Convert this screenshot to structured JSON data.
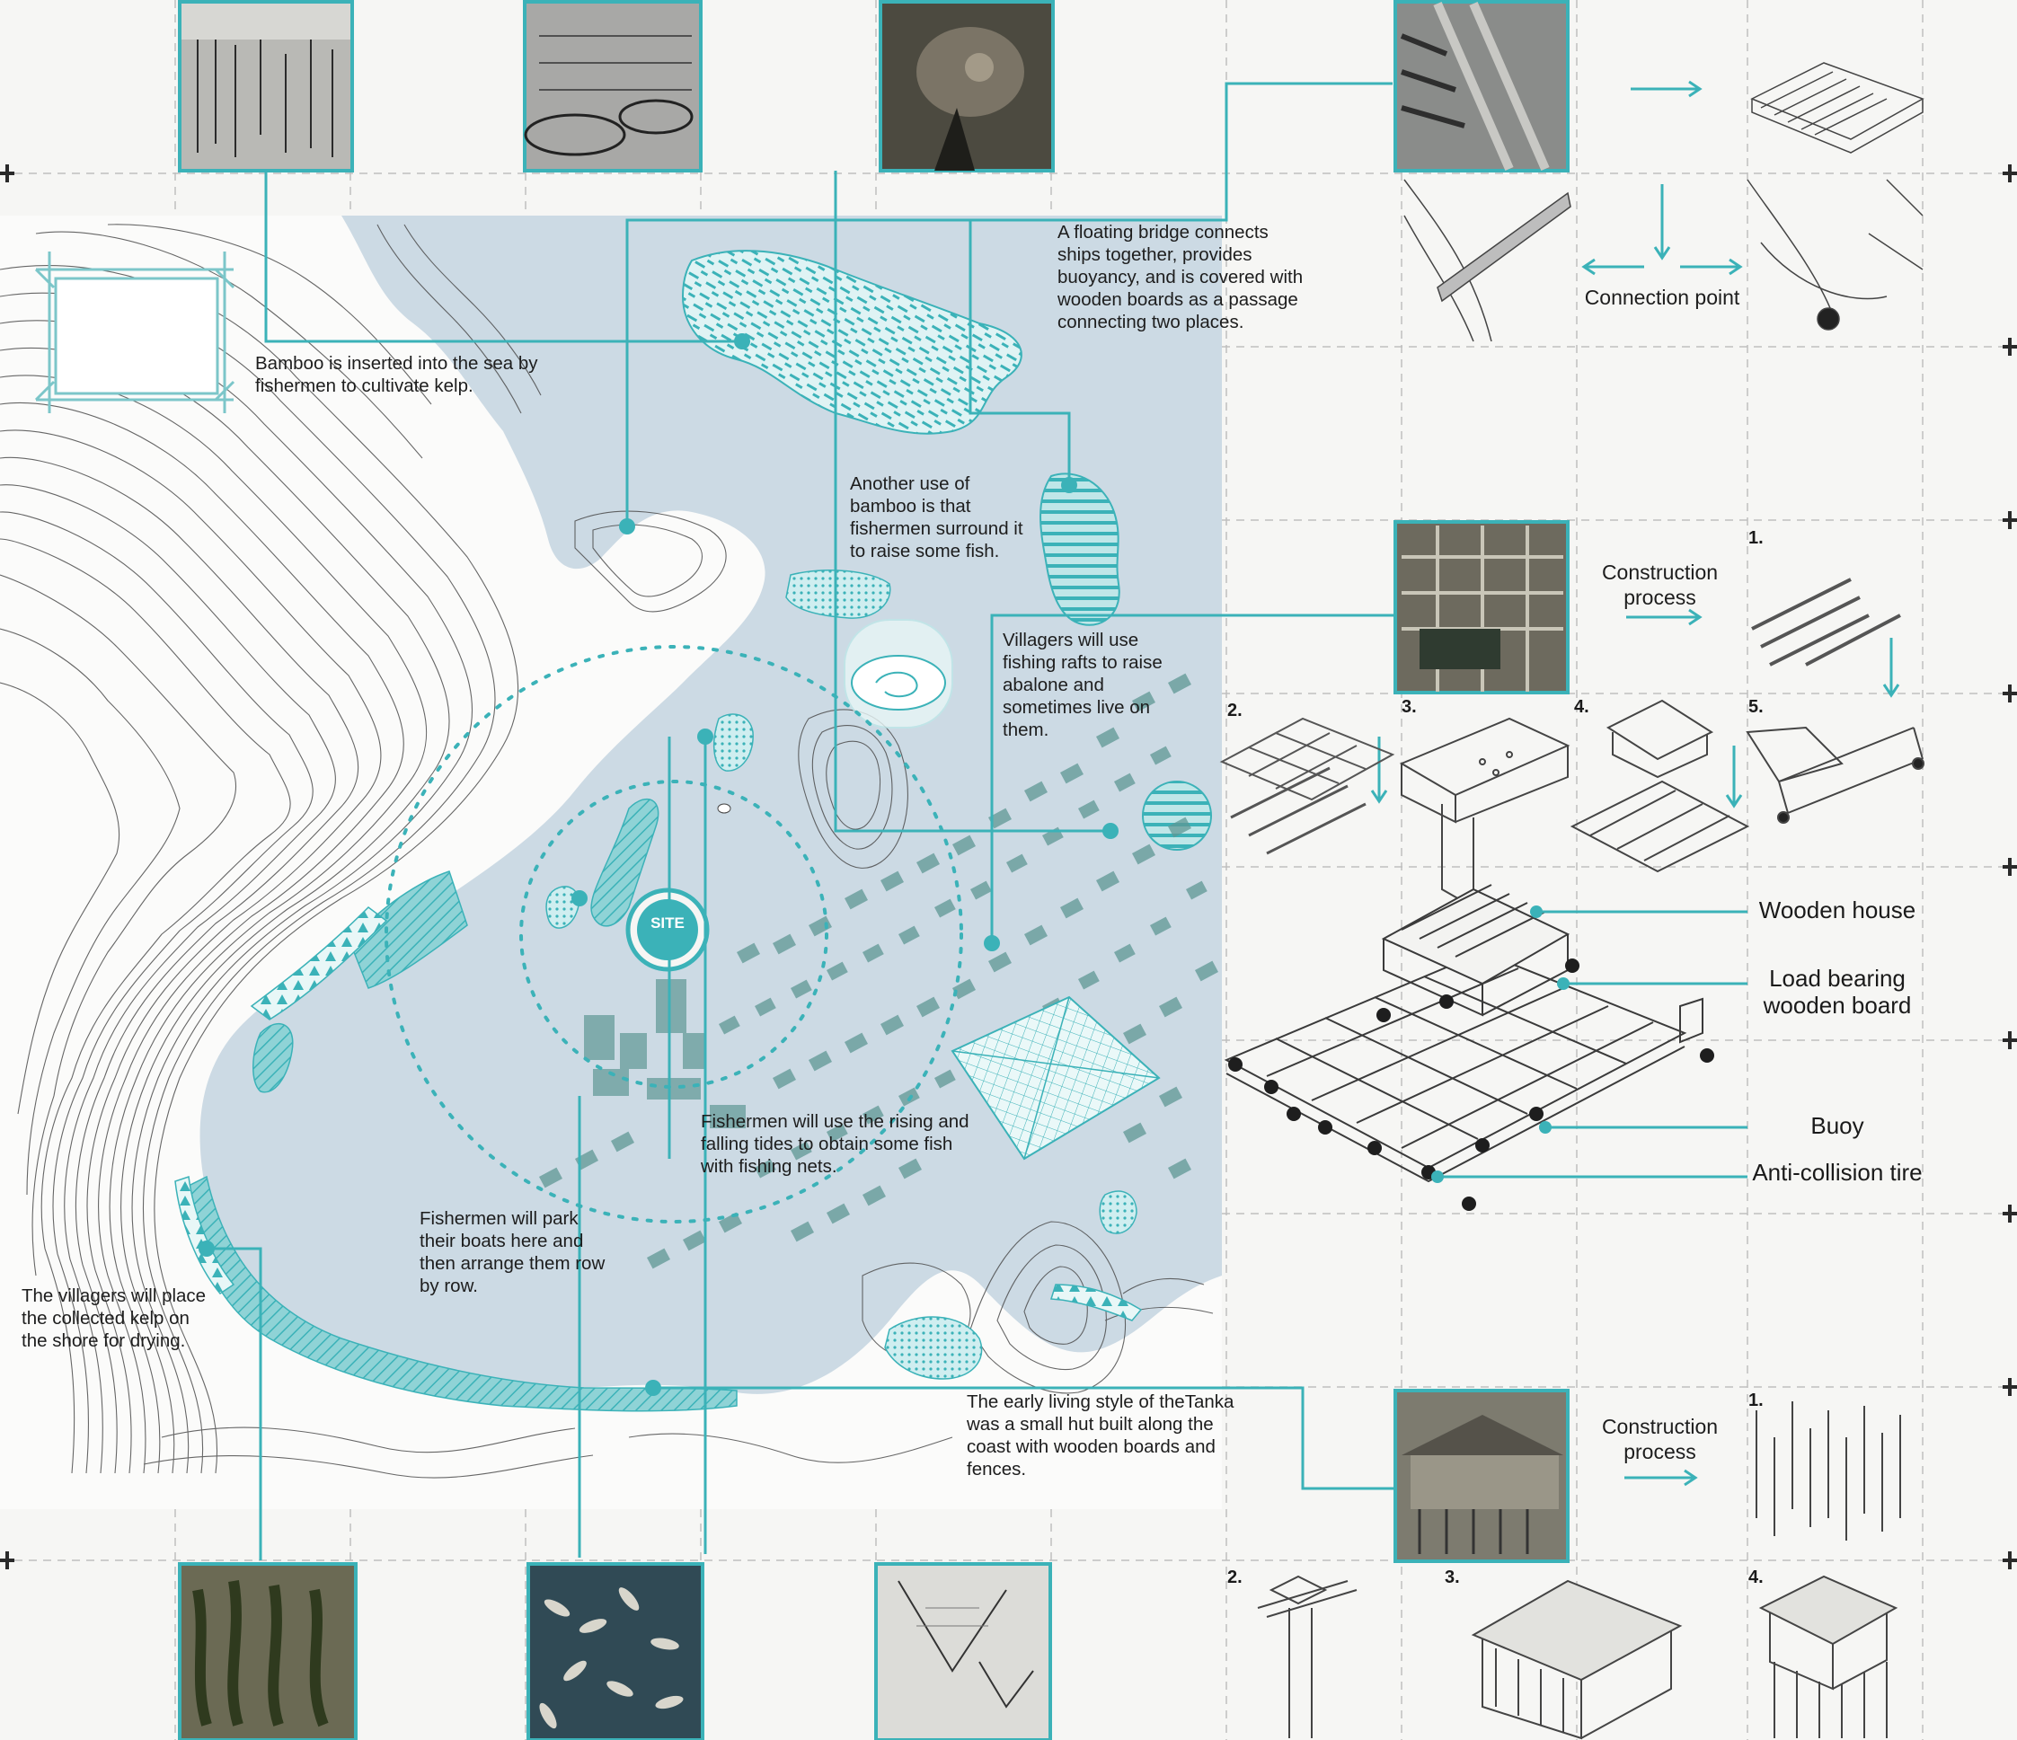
{
  "palette": {
    "accent": "#3bb2b8",
    "sea": "#ccdae4",
    "paper": "#f6f6f4",
    "contour": "#555555"
  },
  "map": {
    "site_label": "SITE",
    "notes": {
      "bamboo_kelp": "Bamboo is inserted into the sea by fishermen to  cultivate kelp.",
      "bamboo_fish": "Another use of bamboo is that fishermen surround it to raise some fish.",
      "floating_bridge": "A floating bridge connects ships together, provides buoyancy, and is covered with wooden boards as a passage connecting two places.",
      "fishing_rafts": "Villagers will use fishing rafts to raise abalone and sometimes live on them.",
      "tides_nets": "Fishermen will use the rising and falling tides to obtain some fish with fishing nets.",
      "park_boats": "Fishermen will park their boats here and then arrange them row by row.",
      "dry_kelp": "The villagers will place the collected kelp on the shore for drying.",
      "tanka_huts": "The early living style of theTanka was a small hut built along the coast with wooden boards and fences."
    }
  },
  "photos": {
    "top": [
      "photo-kelp-bamboo",
      "photo-fish-pens",
      "photo-fisherman-basket"
    ],
    "bottom": [
      "photo-drying-kelp",
      "photo-boats-aerial",
      "photo-fishing-nets"
    ],
    "right": [
      "photo-floating-bridge",
      "photo-fishing-rafts",
      "photo-stilt-hut"
    ]
  },
  "bridge_panel": {
    "connection_label": "Connection point"
  },
  "raft_panel": {
    "process_label": "Construction process",
    "steps": [
      "1.",
      "2.",
      "3.",
      "4.",
      "5."
    ],
    "callouts": [
      "Wooden house",
      "Load bearing wooden board",
      "Buoy",
      "Anti-collision tire"
    ]
  },
  "hut_panel": {
    "process_label": "Construction process",
    "steps": [
      "1.",
      "2.",
      "3.",
      "4."
    ]
  }
}
